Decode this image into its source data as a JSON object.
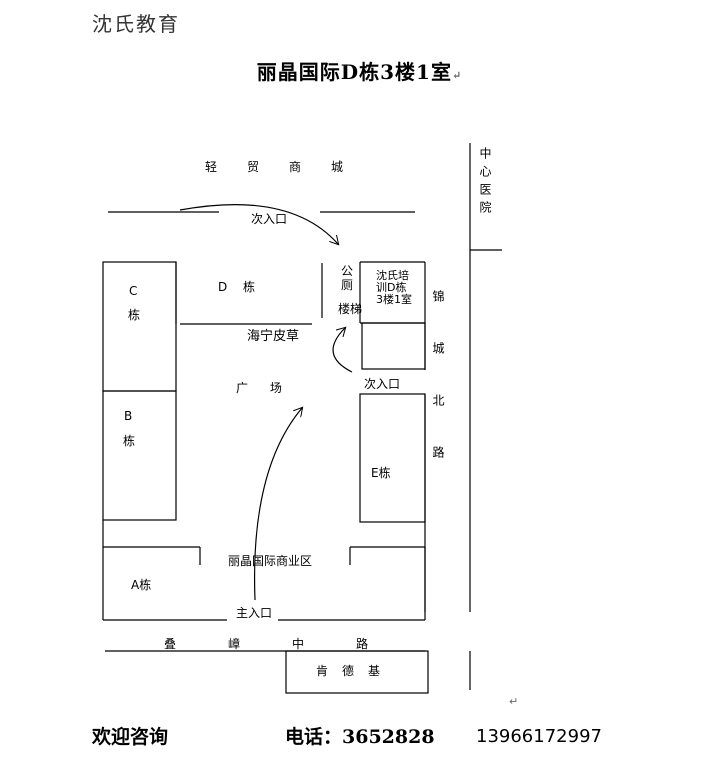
{
  "header": {
    "brand": "沈氏教育",
    "title": "丽晶国际D栋3楼1室",
    "title_mark": "↵"
  },
  "map": {
    "mall": "轻贸商城",
    "entrance_secondary_top": "次入口",
    "hospital": "中心医院",
    "building_c_top": "C",
    "building_c_bottom": "栋",
    "building_d": "D 栋",
    "toilet": "公厕",
    "stairs": "楼梯",
    "training": "沈氏培训D栋3楼1室",
    "jincheng_road": "锦城北路",
    "haining_leather": "海宁皮草",
    "plaza": "广 场",
    "entrance_secondary_right": "次入口",
    "building_b_top": "B",
    "building_b_bottom": "栋",
    "building_e": "E栋",
    "business_district": "丽晶国际商业区",
    "building_a": "A栋",
    "main_entrance": "主入口",
    "road_bottom": "叠嶂中路",
    "kfc": "肯德基",
    "corner_mark": "↵"
  },
  "footer": {
    "welcome": "欢迎咨询",
    "phone_label": "电话：",
    "phone_number": "3652828",
    "mobile": "13966172997"
  },
  "colors": {
    "lines": "#000000",
    "brand_text": "#333333"
  }
}
